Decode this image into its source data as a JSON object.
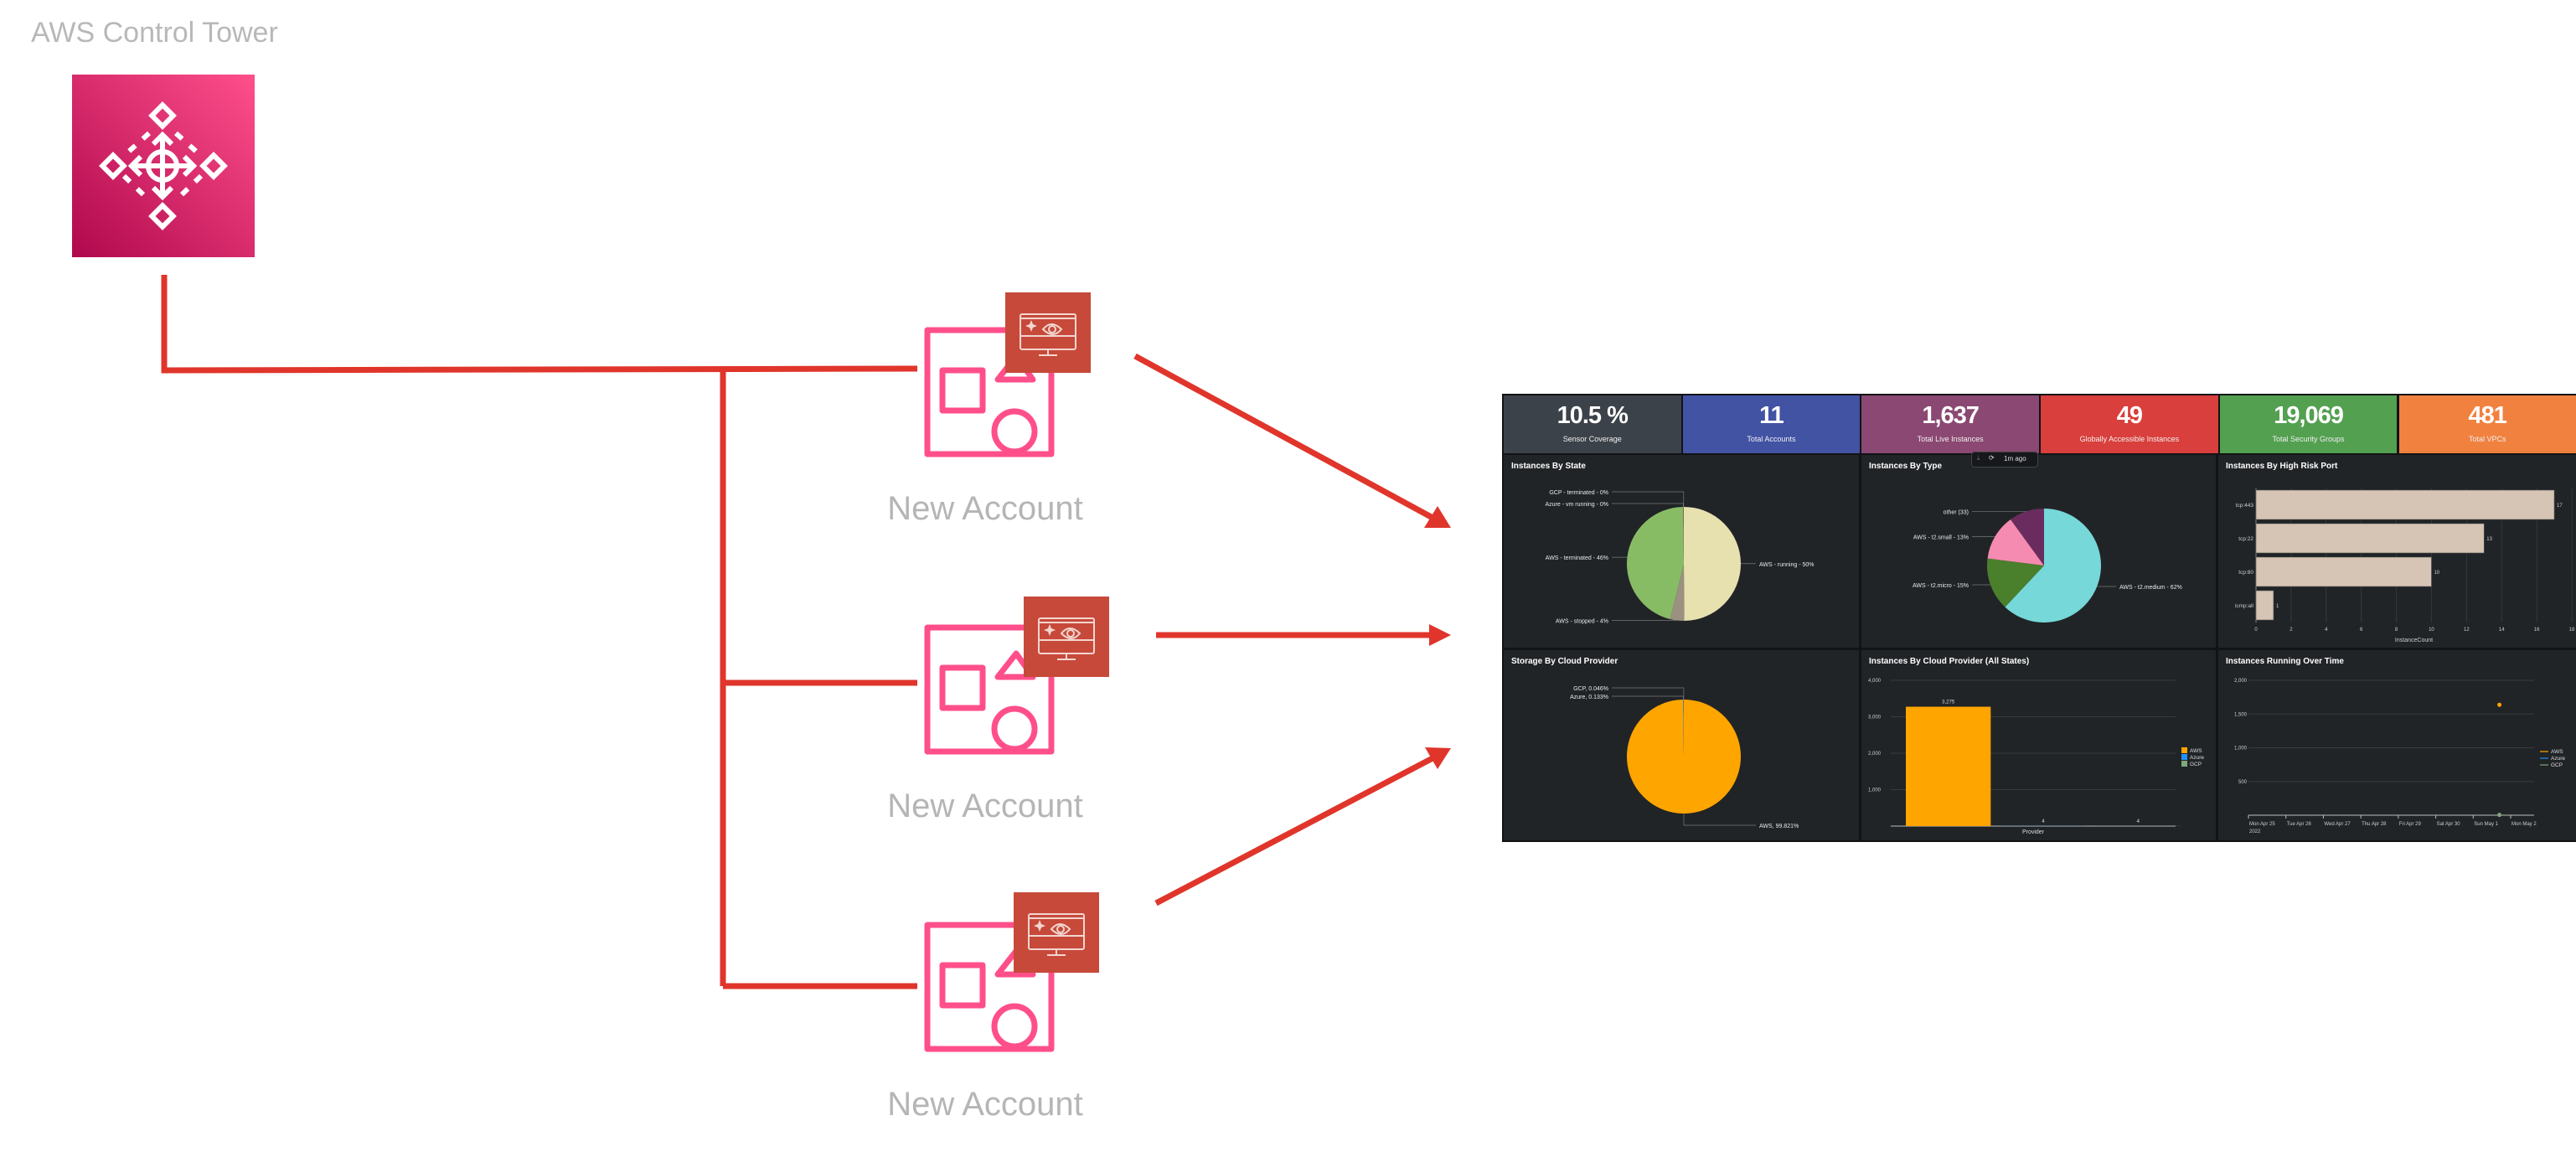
{
  "diagram": {
    "title": "AWS Control Tower",
    "accounts": [
      {
        "label": "New Account"
      },
      {
        "label": "New Account"
      },
      {
        "label": "New Account"
      }
    ],
    "line_color": "#e0352b",
    "icon_color": "#ff4f8b",
    "badge_color": "#c7493a"
  },
  "dashboard": {
    "kpis": [
      {
        "value": "10.5 %",
        "label": "Sensor Coverage",
        "color": "#3c4249"
      },
      {
        "value": "11",
        "label": "Total Accounts",
        "color": "#4253a4"
      },
      {
        "value": "1,637",
        "label": "Total Live Instances",
        "color": "#8a4872"
      },
      {
        "value": "49",
        "label": "Globally Accessible Instances",
        "color": "#d93f3c"
      },
      {
        "value": "19,069",
        "label": "Total Security Groups",
        "color": "#53a051"
      },
      {
        "value": "481",
        "label": "Total VPCs",
        "color": "#f1813f"
      }
    ],
    "tooltip": {
      "time": "1m ago"
    }
  },
  "chart_data": [
    {
      "type": "pie",
      "title": "Instances By State",
      "slices": [
        {
          "label": "AWS - running - 50%",
          "value": 50,
          "color": "#e6e1ae"
        },
        {
          "label": "AWS - stopped - 4%",
          "value": 4,
          "color": "#9a9181"
        },
        {
          "label": "AWS - terminated - 46%",
          "value": 46,
          "color": "#87bc65"
        },
        {
          "label": "Azure - vm running - 0%",
          "value": 0.1,
          "color": "#c74444"
        },
        {
          "label": "GCP - terminated - 0%",
          "value": 0.1,
          "color": "#888888"
        }
      ]
    },
    {
      "type": "pie",
      "title": "Instances By Type",
      "slices": [
        {
          "label": "AWS - t2.medium - 62%",
          "value": 62,
          "color": "#76d8d8"
        },
        {
          "label": "AWS - t2.micro - 15%",
          "value": 15,
          "color": "#4a7f2c"
        },
        {
          "label": "AWS - t2.small - 13%",
          "value": 13,
          "color": "#f58bb0"
        },
        {
          "label": "other (33)",
          "value": 10,
          "color": "#6a2c5e"
        }
      ]
    },
    {
      "type": "bar",
      "orientation": "horizontal",
      "title": "Instances By High Risk Port",
      "categories": [
        "tcp:443",
        "tcp:22",
        "tcp:80",
        "icmp:all"
      ],
      "values": [
        17,
        13,
        10,
        1
      ],
      "xlabel": "InstanceCount",
      "xlim": [
        0,
        18
      ],
      "xticks": [
        0,
        2,
        4,
        6,
        8,
        10,
        12,
        14,
        16,
        18
      ],
      "color": "#d6c5b5"
    },
    {
      "type": "pie",
      "title": "Storage By Cloud Provider",
      "slices": [
        {
          "label": "AWS, 99.821%",
          "value": 99.821,
          "color": "#ffa500"
        },
        {
          "label": "Azure, 0.133%",
          "value": 0.133,
          "color": "#1e93ff"
        },
        {
          "label": "GCP, 0.046%",
          "value": 0.046,
          "color": "#7ea77b"
        }
      ]
    },
    {
      "type": "bar",
      "title": "Instances By Cloud Provider (All States)",
      "categories": [
        "AWS",
        "Azure",
        "GCP"
      ],
      "values": [
        3275,
        4,
        4
      ],
      "value_labels": [
        "3,275",
        "4",
        "4"
      ],
      "colors": [
        "#ffa500",
        "#1e93ff",
        "#7ea77b"
      ],
      "xlabel": "Provider",
      "ylim": [
        0,
        4000
      ],
      "yticks": [
        "1,000",
        "2,000",
        "3,000",
        "4,000"
      ],
      "ytick_values": [
        1000,
        2000,
        3000,
        4000
      ],
      "legend": [
        "AWS",
        "Azure",
        "GCP"
      ],
      "legend_position": "right"
    },
    {
      "type": "line",
      "title": "Instances Running Over Time",
      "xticks": [
        "Mon Apr 25",
        "Tue Apr 26",
        "Wed Apr 27",
        "Thu Apr 28",
        "Fri Apr 29",
        "Sat Apr 30",
        "Sun May 1",
        "Mon May 2"
      ],
      "xsub": "2022",
      "ylim": [
        0,
        2000
      ],
      "yticks": [
        "500",
        "1,000",
        "1,500",
        "2,000"
      ],
      "ytick_values": [
        500,
        1000,
        1500,
        2000
      ],
      "series": [
        {
          "name": "AWS",
          "color": "#ffa500",
          "points": [
            [
              6.7,
              1637
            ]
          ]
        },
        {
          "name": "Azure",
          "color": "#1e93ff",
          "points": []
        },
        {
          "name": "GCP",
          "color": "#7ea77b",
          "points": [
            [
              6.7,
              4
            ]
          ]
        }
      ],
      "legend_position": "right"
    }
  ]
}
